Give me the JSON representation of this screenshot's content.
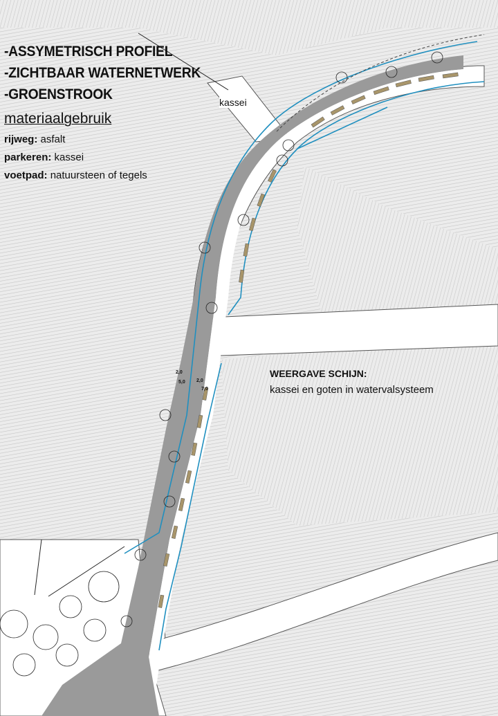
{
  "title_lines": [
    "-ASSYMETRISCH PROFIEL",
    "-ZICHTBAAR WATERNETWERK",
    "-GROENSTROOK"
  ],
  "materials": {
    "heading": "materiaalgebruik",
    "items": [
      {
        "key": "rijweg:",
        "value": "asfalt"
      },
      {
        "key": "parkeren:",
        "value": "kassei"
      },
      {
        "key": "voetpad:",
        "value": "natuursteen of tegels"
      }
    ]
  },
  "street_label": "kassei",
  "legend": {
    "title": "WEERGAVE SCHIJN:",
    "text": "kassei en goten in watervalsysteem"
  },
  "dimensions": [
    "2,0",
    "5,0",
    "2,0",
    "7,0"
  ],
  "colors": {
    "asphalt": "#9a9a9a",
    "water": "#1f8fbf",
    "parking": "#a8956a",
    "building_hatch": "#cfcfcf",
    "road_white": "#ffffff"
  }
}
